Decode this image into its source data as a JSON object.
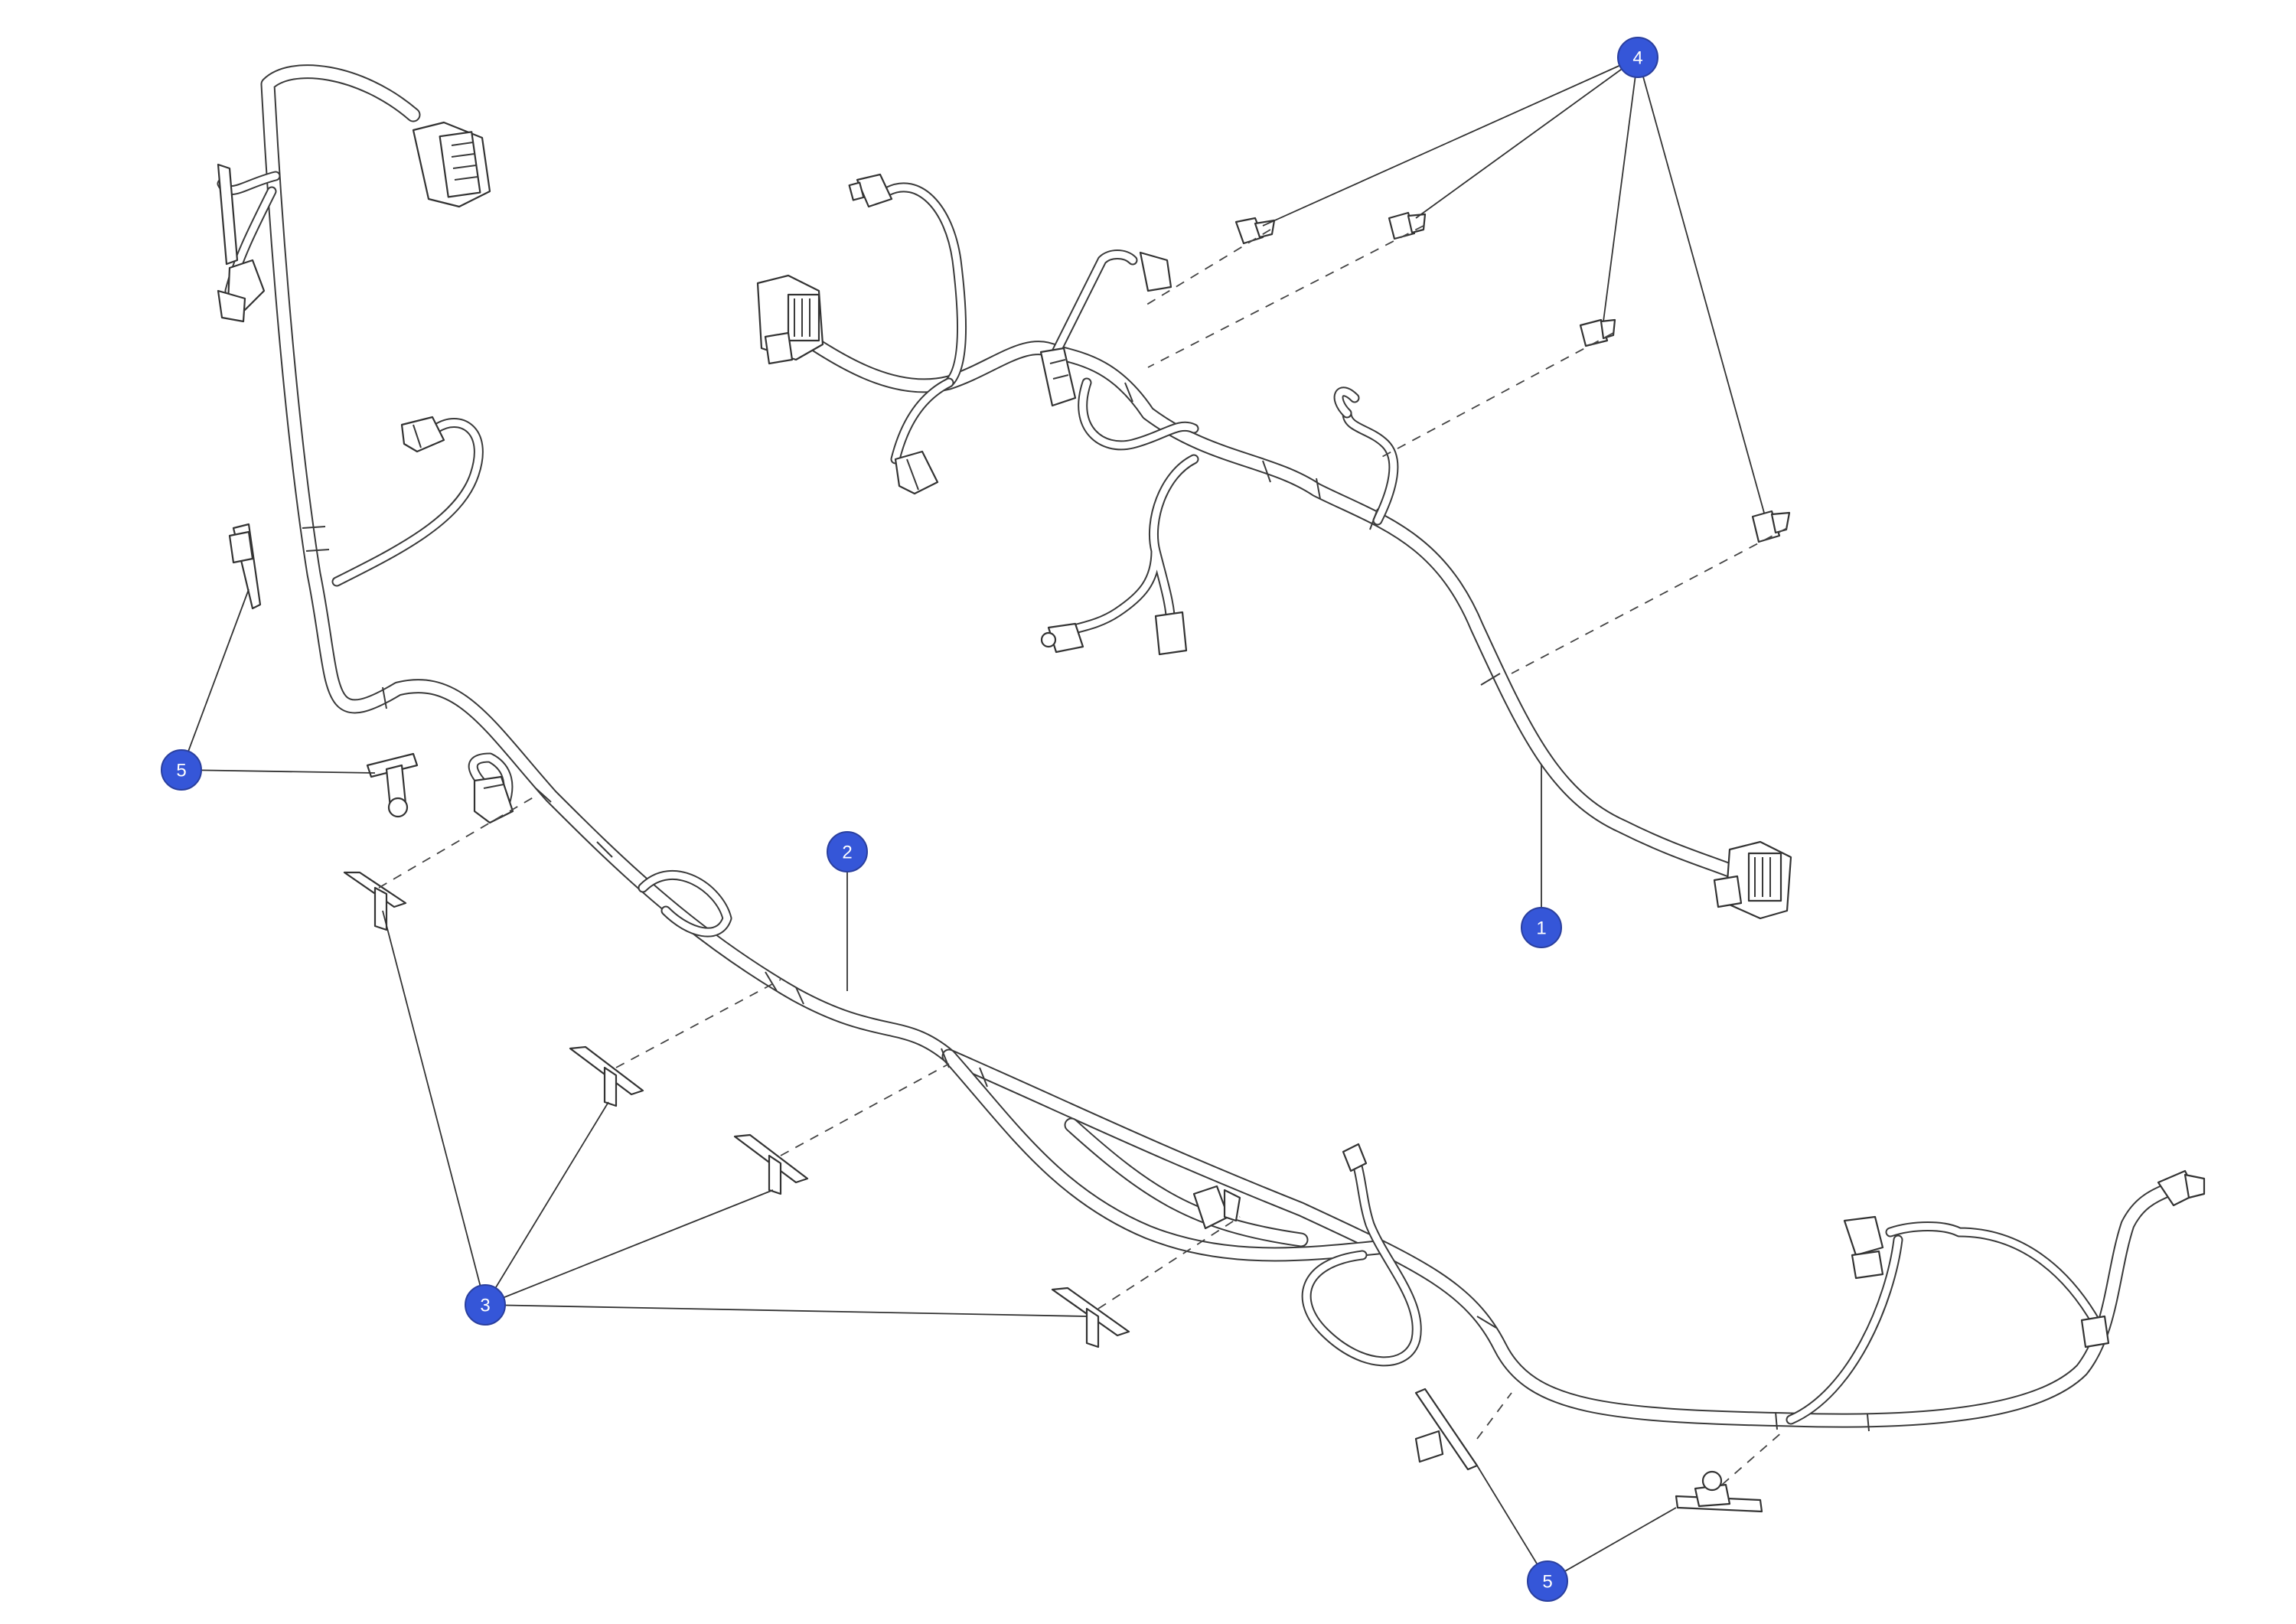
{
  "callouts": [
    {
      "id": "callout-1",
      "label": "1"
    },
    {
      "id": "callout-2",
      "label": "2"
    },
    {
      "id": "callout-3",
      "label": "3"
    },
    {
      "id": "callout-4",
      "label": "4"
    },
    {
      "id": "callout-5-left",
      "label": "5"
    },
    {
      "id": "callout-5-bottom",
      "label": "5"
    }
  ],
  "colors": {
    "callout_fill": "#3556d8",
    "line": "#333333",
    "background": "#ffffff"
  }
}
